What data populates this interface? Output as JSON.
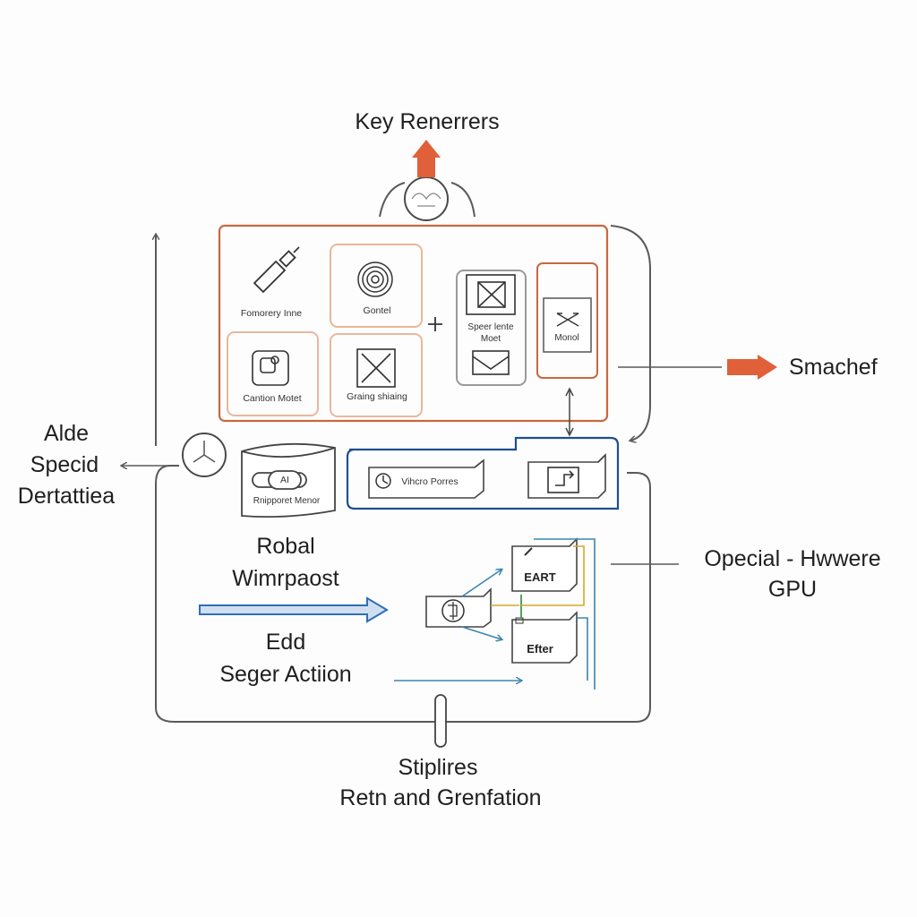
{
  "diagram": {
    "colors": {
      "accent_orange": "#e0603a",
      "frame_orange": "#c8683f",
      "panel_orange": "#e8b89c",
      "navy": "#1f4f8f",
      "blue_arrow": "#2f6fb5",
      "line_gray": "#5a5a5a",
      "teal": "#3a86b0",
      "yellow": "#d7a92a",
      "green": "#2f8a3e"
    },
    "labels": {
      "top": "Key Renerrers",
      "right_output": "Smachef",
      "left_1": "Alde",
      "left_2": "Specid",
      "left_3": "Dertattiea",
      "middle_1": "Robal",
      "middle_2": "Wimrpaost",
      "action_1": "Edd",
      "action_2": "Seger Actiion",
      "right_hw_1": "Opecial  - Hwwere",
      "right_hw_2": "GPU",
      "bottom_1": "Stiplires",
      "bottom_2": "Retn and Grenfation"
    },
    "modules": {
      "formory": "Fomorery Inne",
      "gontel": "Gontel",
      "speer_1": "Speer lente",
      "speer_2": "Moet",
      "monol": "Monol",
      "cantion": "Cantion Motet",
      "graing": "Graing shiaing",
      "rupport_tag": "AI",
      "rupport": "Rnipporet Menor",
      "vihcro": "Vihcro Porres",
      "eart": "EART",
      "efter": "Efter"
    },
    "icons": [
      "usb-plug-icon",
      "concentric-circles-icon",
      "cross-box-icon",
      "envelope-tray-icon",
      "x-arrows-icon",
      "device-icon",
      "close-square-icon",
      "clock-icon",
      "flag-box-icon",
      "chip-icon",
      "bar-chip-icon",
      "hub-node-icon"
    ]
  }
}
